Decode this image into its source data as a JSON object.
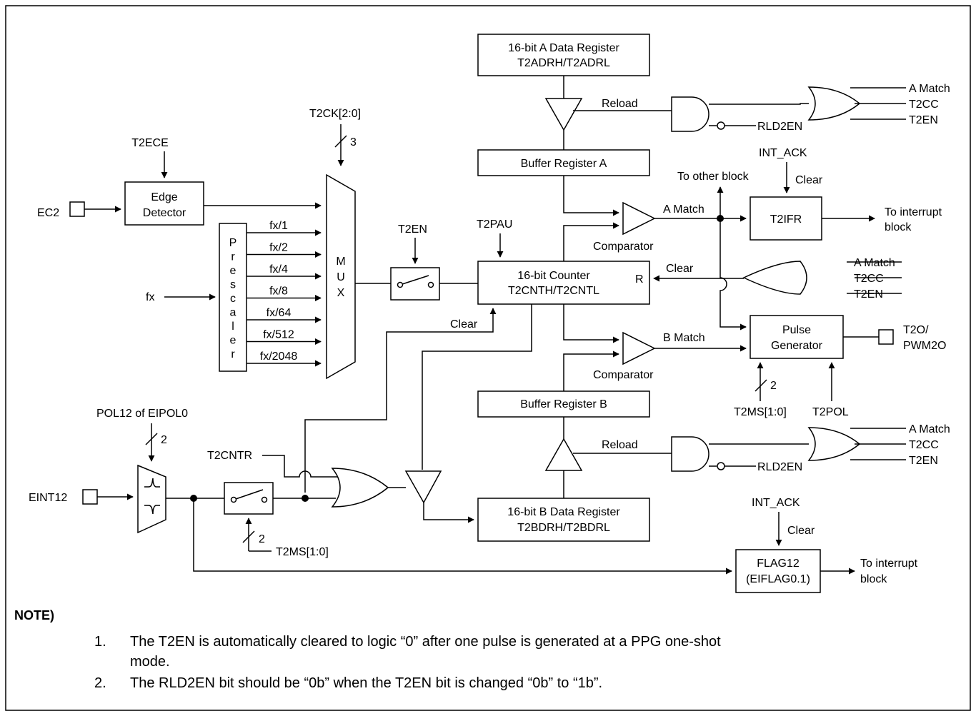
{
  "diagram": {
    "blocks": {
      "a_data_reg_1": "16-bit A Data Register",
      "a_data_reg_2": "T2ADRH/T2ADRL",
      "buffer_a": "Buffer Register A",
      "buffer_b": "Buffer Register B",
      "b_data_reg_1": "16-bit B Data Register",
      "b_data_reg_2": "T2BDRH/T2BDRL",
      "counter_1": "16-bit Counter",
      "counter_2": "T2CNTH/T2CNTL",
      "counter_r": "R",
      "edge_1": "Edge",
      "edge_2": "Detector",
      "prescaler_letters": [
        "P",
        "r",
        "e",
        "s",
        "c",
        "a",
        "l",
        "e",
        "r"
      ],
      "mux_letters": [
        "M",
        "U",
        "X"
      ],
      "t2ifr": "T2IFR",
      "pulse_1": "Pulse",
      "pulse_2": "Generator",
      "flag_1": "FLAG12",
      "flag_2": "(EIFLAG0.1)",
      "comparator": "Comparator"
    },
    "labels": {
      "t2ece": "T2ECE",
      "ec2": "EC2",
      "fx": "fx",
      "t2ck": "T2CK[2:0]",
      "three": "3",
      "two": "2",
      "prescaler_outputs": [
        "fx/1",
        "fx/2",
        "fx/4",
        "fx/8",
        "fx/64",
        "fx/512",
        "fx/2048"
      ],
      "t2en": "T2EN",
      "t2pau": "T2PAU",
      "clear": "Clear",
      "reload": "Reload",
      "rld2en": "RLD2EN",
      "a_match": "A Match",
      "b_match": "B Match",
      "t2cc": "T2CC",
      "int_ack": "INT_ACK",
      "to_other_block": "To other block",
      "to_interrupt": "To interrupt",
      "block": "block",
      "t2o_1": "T2O/",
      "t2o_2": "PWM2O",
      "t2ms": "T2MS[1:0]",
      "t2pol": "T2POL",
      "pol12": "POL12 of EIPOL0",
      "eint12": "EINT12",
      "t2cntr": "T2CNTR"
    }
  },
  "notes": {
    "title": "NOTE)",
    "items": [
      {
        "num": "1.",
        "line1": "The T2EN is automatically cleared to logic “0” after one pulse is generated at a PPG one-shot",
        "line2": "mode."
      },
      {
        "num": "2.",
        "line1": "The RLD2EN bit should be “0b” when the T2EN bit is changed “0b” to “1b”.",
        "line2": ""
      }
    ]
  }
}
